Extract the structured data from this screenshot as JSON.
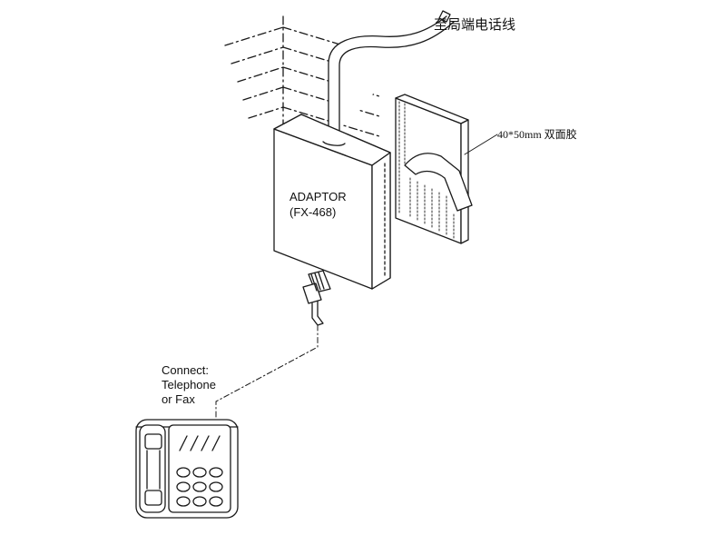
{
  "labels": {
    "line_to_exchange": "至局端电话线",
    "tape": "40*50mm  双面胶",
    "adaptor_name": "ADAPTOR",
    "adaptor_model": "(FX-468)",
    "connect_title": "Connect:",
    "connect_device_1": "Telephone",
    "connect_device_2": "or Fax"
  },
  "colors": {
    "line": "#1a1a1a",
    "background": "#ffffff"
  }
}
